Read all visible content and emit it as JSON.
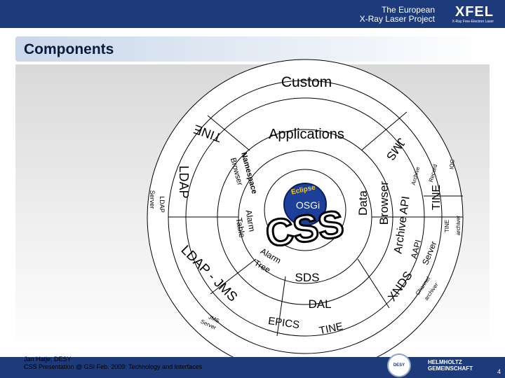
{
  "header": {
    "line1": "The European",
    "line2": "X-Ray Laser Project",
    "logo": "XFEL",
    "logo_sub": "X-Ray Free-Electron Laser"
  },
  "slide_title": "Components",
  "footer": {
    "line1": "Jan Hatje, DESY",
    "line2": "CSS Presentation @ GSI Feb. 2009: Technology and Interfaces",
    "page": "4",
    "desy": "DESY",
    "helmholtz1": "HELMHOLTZ",
    "helmholtz2": "GEMEINSCHAFT"
  },
  "diagram": {
    "custom": "Custom",
    "applications": "Applications",
    "tine_top": "TINE",
    "jms_top": "JMS",
    "namespace_browser_1": "Namespace",
    "namespace_browser_2": "Browser",
    "ldap": "LDAP",
    "ldap_server_1": "LDAP",
    "ldap_server_2": "Server",
    "alarm_table_1": "Alarm",
    "alarm_table_2": "Table",
    "alarm_tree_1": "Alarm",
    "alarm_tree_2": "Tree",
    "ldap_jms": "LDAP - JMS",
    "jms_server_1": "JMS",
    "jms_server_2": "Server",
    "eclipse": "Eclipse",
    "osgi": "OSGi",
    "css": "CSS",
    "data_browser_1": "Data",
    "data_browser_2": "Browser",
    "archive_api": "Archive API",
    "tine_right": "TINE",
    "archive_record_1": "Archive",
    "archive_record_2": "Record",
    "ioc": "IOC",
    "tine_archiver_1": "TINE",
    "tine_archiver_2": "archiver",
    "aapi": "AAPI",
    "server": "Server",
    "xnds": "XNDS",
    "channel_archiver_1": "Channel",
    "channel_archiver_2": "archiver",
    "sds": "SDS",
    "dal": "DAL",
    "epics": "EPICS",
    "tine_bottom": "TINE"
  }
}
